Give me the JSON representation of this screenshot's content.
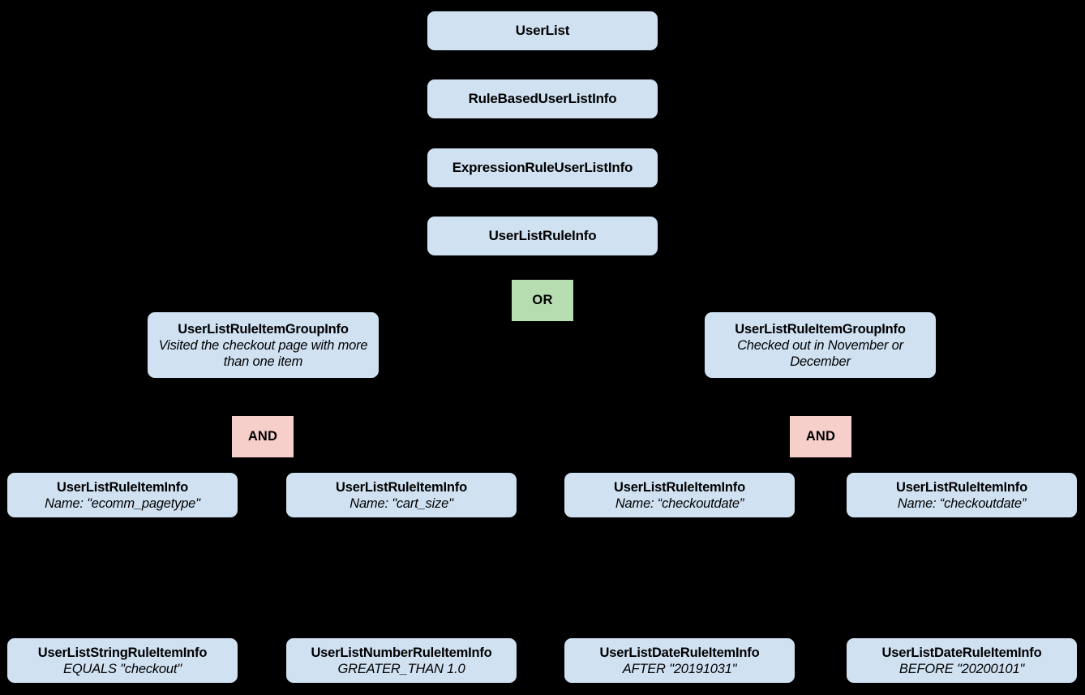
{
  "diagram": {
    "type": "tree",
    "background_color": "#000000",
    "node_color": "#d0e1f2",
    "or_color": "#b6ddb0",
    "and_color": "#f6ceca",
    "text_color": "#000000"
  },
  "nodes": {
    "user_list": {
      "title": "UserList",
      "sub": ""
    },
    "rule_based_user_list_info": {
      "title": "RuleBasedUserListInfo",
      "sub": ""
    },
    "expression_rule_user_list_info": {
      "title": "ExpressionRuleUserListInfo",
      "sub": ""
    },
    "user_list_rule_info": {
      "title": "UserListRuleInfo",
      "sub": ""
    },
    "or_operator": {
      "label": "OR"
    },
    "group_left": {
      "title": "UserListRuleItemGroupInfo",
      "sub": "Visited the checkout page with more than one item"
    },
    "group_right": {
      "title": "UserListRuleItemGroupInfo",
      "sub": "Checked out in November or December"
    },
    "and_left": {
      "label": "AND"
    },
    "and_right": {
      "label": "AND"
    },
    "item_1": {
      "title": "UserListRuleItemInfo",
      "sub": "Name: \"ecomm_pagetype\""
    },
    "item_2": {
      "title": "UserListRuleItemInfo",
      "sub": "Name: \"cart_size\""
    },
    "item_3": {
      "title": "UserListRuleItemInfo",
      "sub": "Name: “checkoutdate”"
    },
    "item_4": {
      "title": "UserListRuleItemInfo",
      "sub": "Name: “checkoutdate”"
    },
    "leaf_1": {
      "title": "UserListStringRuleItemInfo",
      "sub": "EQUALS \"checkout\""
    },
    "leaf_2": {
      "title": "UserListNumberRuleItemInfo",
      "sub": "GREATER_THAN 1.0"
    },
    "leaf_3": {
      "title": "UserListDateRuleItemInfo",
      "sub": "AFTER \"20191031\""
    },
    "leaf_4": {
      "title": "UserListDateRuleItemInfo",
      "sub": "BEFORE \"20200101\""
    }
  }
}
